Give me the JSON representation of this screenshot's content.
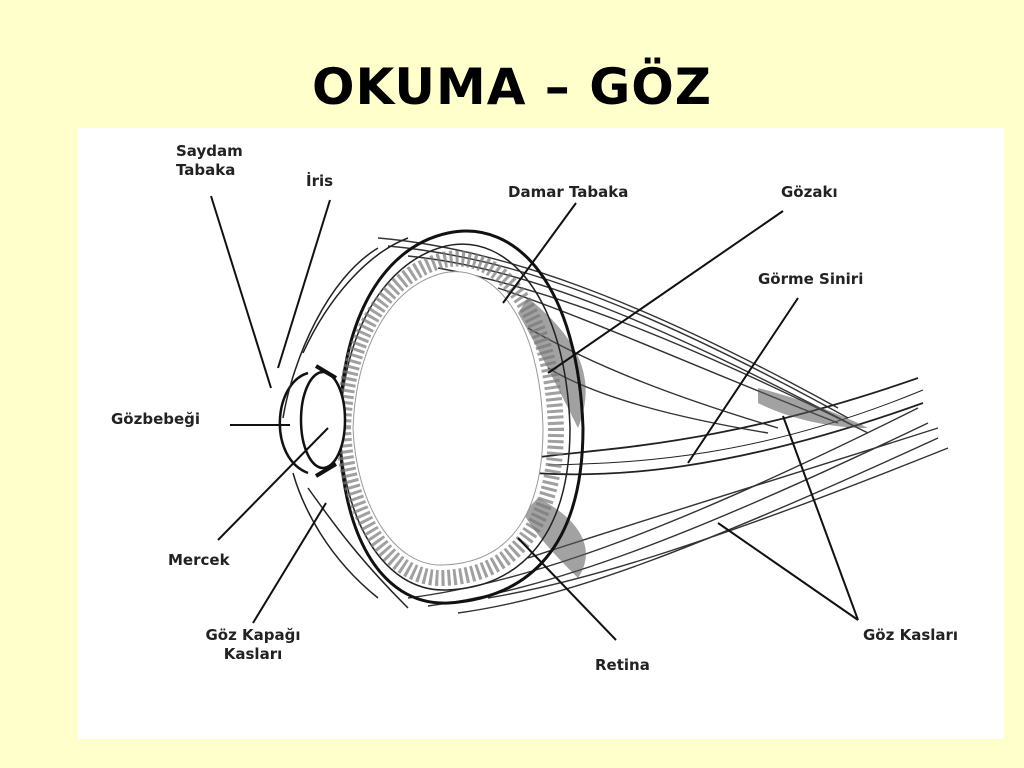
{
  "slide": {
    "title": "OKUMA – GÖZ",
    "background": "#ffffcc"
  },
  "diagram": {
    "labels": {
      "cornea_line1": "Saydam",
      "cornea_line2": "Tabaka",
      "iris": "İris",
      "choroid": "Damar Tabaka",
      "sclera": "Gözakı",
      "optic_nerve": "Görme Siniri",
      "pupil": "Gözbebeği",
      "lens": "Mercek",
      "eyelid_muscles_line1": "Göz Kapağı",
      "eyelid_muscles_line2": "Kasları",
      "retina": "Retina",
      "eye_muscles": "Göz Kasları"
    }
  }
}
